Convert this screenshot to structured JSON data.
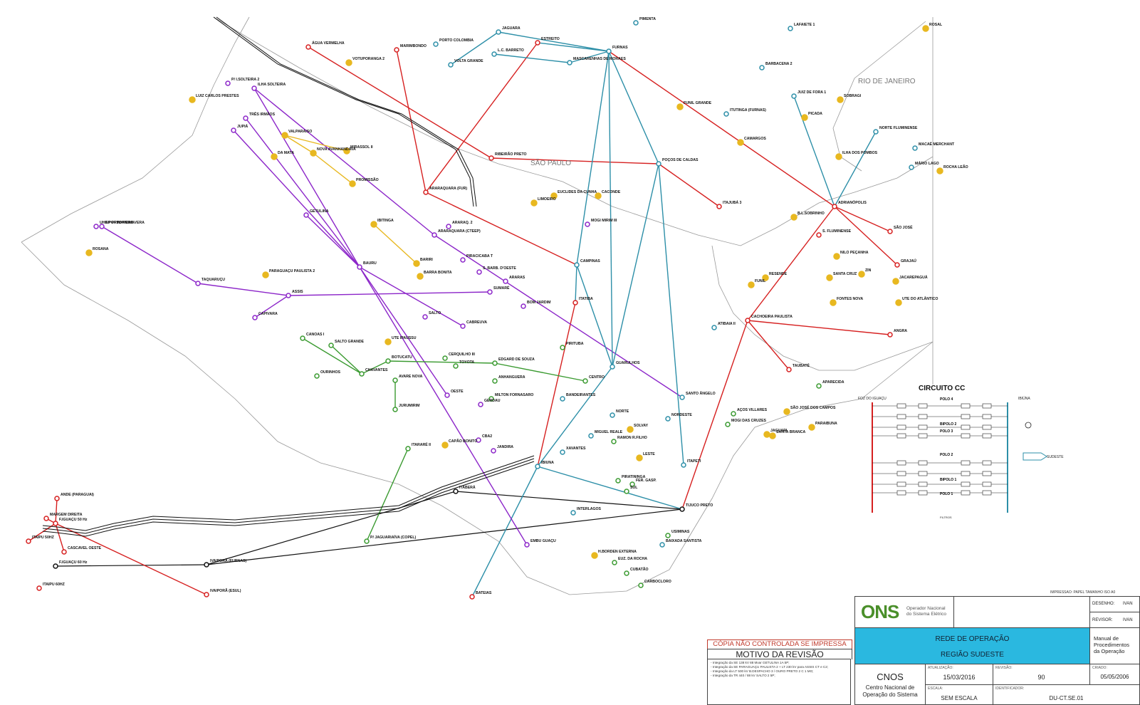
{
  "regions": {
    "sao_paulo": "SÃO PAULO",
    "rio": "RIO DE JANEIRO"
  },
  "colors": {
    "r500": "#d62020",
    "r440": "#8c26c9",
    "r345": "#2d8fa8",
    "r230": "#3a9a30",
    "r138": "#e8b820",
    "r750": "#111111"
  },
  "stations": [
    {
      "id": "furnas",
      "name": "FURNAS",
      "c": "r345"
    },
    {
      "id": "pimenta",
      "name": "PIMENTA",
      "c": "r345"
    },
    {
      "id": "estreito",
      "name": "ESTREITO",
      "c": "r500"
    },
    {
      "id": "jaguara",
      "name": "JAGUARA",
      "c": "r345"
    },
    {
      "id": "porto_col",
      "name": "PORTO COLOMBIA",
      "c": "r345"
    },
    {
      "id": "marimbondo",
      "name": "MARIMBONDO",
      "c": "r500"
    },
    {
      "id": "agua_verm",
      "name": "ÁGUA VERMELHA",
      "c": "r500"
    },
    {
      "id": "votuporanga",
      "name": "VOTUPORANGA 2",
      "c": "r138"
    },
    {
      "id": "volta_grande",
      "name": "VOLTA GRANDE",
      "c": "r345"
    },
    {
      "id": "lc_barreto",
      "name": "L.C. BARRETO",
      "c": "r345"
    },
    {
      "id": "mascarenhas",
      "name": "MASCARENHAS DE MORAES",
      "c": "r345"
    },
    {
      "id": "ilha_solt",
      "name": "ILHA SOLTEIRA",
      "c": "r440"
    },
    {
      "id": "pi_solt2",
      "name": "P/ I.SOLTEIRA 2",
      "c": "r440"
    },
    {
      "id": "tres_irmaos",
      "name": "TRÊS IRMÃOS",
      "c": "r440"
    },
    {
      "id": "jupia",
      "name": "JUPIÁ",
      "c": "r440"
    },
    {
      "id": "luiz_carlos",
      "name": "LUIZ CARLOS PRESTES",
      "c": "r138"
    },
    {
      "id": "valparaiso",
      "name": "VALPARAISO",
      "c": "r138"
    },
    {
      "id": "da_mata",
      "name": "DA MATA",
      "c": "r138"
    },
    {
      "id": "nova_avanh",
      "name": "NOVA AVANHANDAVA",
      "c": "r138"
    },
    {
      "id": "mirassol",
      "name": "MIRASSOL II",
      "c": "r138"
    },
    {
      "id": "promissao",
      "name": "PROMISSÃO",
      "c": "r138"
    },
    {
      "id": "ribeirao",
      "name": "RIBEIRÃO PRETO",
      "c": "r500"
    },
    {
      "id": "araraquara",
      "name": "ARARAQUARA (FUR)",
      "c": "r500"
    },
    {
      "id": "araraq2",
      "name": "ARARAQ. 2",
      "c": "r440"
    },
    {
      "id": "araraq_ct",
      "name": "ARARAQUARA (CTEEP)",
      "c": "r440"
    },
    {
      "id": "ibitinga",
      "name": "IBITINGA",
      "c": "r138"
    },
    {
      "id": "getulina",
      "name": "GETULINA",
      "c": "r440"
    },
    {
      "id": "uhe_primavera",
      "name": "UHE PORTO PRIMAVERA",
      "c": "r440"
    },
    {
      "id": "np_primavera",
      "name": "NP PRIMAVERA",
      "c": "r440"
    },
    {
      "id": "rosana",
      "name": "ROSANA",
      "c": "r138"
    },
    {
      "id": "taquarucu",
      "name": "TAQUARUÇU",
      "c": "r440"
    },
    {
      "id": "paraguacu",
      "name": "PARAGUAÇU PAULISTA 2",
      "c": "r138"
    },
    {
      "id": "assis",
      "name": "ASSIS",
      "c": "r440"
    },
    {
      "id": "capivara",
      "name": "CAPIVARA",
      "c": "r440"
    },
    {
      "id": "canoas",
      "name": "CANOAS I",
      "c": "r230"
    },
    {
      "id": "salto_grande",
      "name": "SALTO GRANDE",
      "c": "r230"
    },
    {
      "id": "ourinhos",
      "name": "OURINHOS",
      "c": "r230"
    },
    {
      "id": "chavantes",
      "name": "CHAVANTES",
      "c": "r230"
    },
    {
      "id": "botucatu",
      "name": "BOTUCATU",
      "c": "r230"
    },
    {
      "id": "avare",
      "name": "AVARE NOVA",
      "c": "r230"
    },
    {
      "id": "jurumirim",
      "name": "JURUMIRIM",
      "c": "r230"
    },
    {
      "id": "bauru",
      "name": "BAURU",
      "c": "r440"
    },
    {
      "id": "bariri",
      "name": "BARIRI",
      "c": "r138"
    },
    {
      "id": "barra_bonita",
      "name": "BARRA BONITA",
      "c": "r138"
    },
    {
      "id": "piracicaba",
      "name": "PIRACICABA T",
      "c": "r440"
    },
    {
      "id": "araras",
      "name": "ARARAS",
      "c": "r440"
    },
    {
      "id": "sbarbara",
      "name": "S. BARB. D'OESTE",
      "c": "r440"
    },
    {
      "id": "sumare",
      "name": "SUMARÉ",
      "c": "r440"
    },
    {
      "id": "campinas",
      "name": "CAMPINAS",
      "c": "r345"
    },
    {
      "id": "salto",
      "name": "SALTO",
      "c": "r440"
    },
    {
      "id": "cabreuva",
      "name": "CABREUVA",
      "c": "r440"
    },
    {
      "id": "bom_jardim",
      "name": "BOM JARDIM",
      "c": "r440"
    },
    {
      "id": "itatiba",
      "name": "ITATIBA",
      "c": "r500"
    },
    {
      "id": "cerquilho",
      "name": "CERQUILHO III",
      "c": "r230"
    },
    {
      "id": "toyota",
      "name": "TOYOTA",
      "c": "r230"
    },
    {
      "id": "ute_ipaussu",
      "name": "UTE IPAUSSU",
      "c": "r138"
    },
    {
      "id": "edgard",
      "name": "EDGARD DE SOUZA",
      "c": "r230"
    },
    {
      "id": "anhanguera",
      "name": "ANHANGUERA",
      "c": "r230"
    },
    {
      "id": "piritusa",
      "name": "PIRITUBA",
      "c": "r230"
    },
    {
      "id": "guarulhos",
      "name": "GUARULHOS",
      "c": "r345"
    },
    {
      "id": "centro",
      "name": "CENTRO",
      "c": "r230"
    },
    {
      "id": "milton",
      "name": "MILTON FORNASARO",
      "c": "r230"
    },
    {
      "id": "bandeirantes",
      "name": "BANDEIRANTES",
      "c": "r345"
    },
    {
      "id": "norte",
      "name": "NORTE",
      "c": "r345"
    },
    {
      "id": "nordeste",
      "name": "NORDESTE",
      "c": "r345"
    },
    {
      "id": "oeste",
      "name": "OESTE",
      "c": "r440"
    },
    {
      "id": "gerdau",
      "name": "GERDAU",
      "c": "r440"
    },
    {
      "id": "cba2",
      "name": "CBA2",
      "c": "r440"
    },
    {
      "id": "jandira",
      "name": "JANDIRA",
      "c": "r440"
    },
    {
      "id": "capao_bonito",
      "name": "CAPÃO BONITO",
      "c": "r138"
    },
    {
      "id": "itarare",
      "name": "ITARARÉ II",
      "c": "r230"
    },
    {
      "id": "ibiuna",
      "name": "IBIUNA",
      "c": "r345"
    },
    {
      "id": "xavantes",
      "name": "XAVANTES",
      "c": "r345"
    },
    {
      "id": "miguel_reale",
      "name": "MIGUEL REALE",
      "c": "r345"
    },
    {
      "id": "ramon",
      "name": "RAMON R.FILHO",
      "c": "r230"
    },
    {
      "id": "sul",
      "name": "SUL",
      "c": "r230"
    },
    {
      "id": "leste",
      "name": "LESTE",
      "c": "r138"
    },
    {
      "id": "piratininga",
      "name": "PIRATININGA",
      "c": "r230"
    },
    {
      "id": "fer_gasp",
      "name": "FER. GASP.",
      "c": "r230"
    },
    {
      "id": "interlagos",
      "name": "INTERLAGOS",
      "c": "r345"
    },
    {
      "id": "embu",
      "name": "EMBU GUAÇU",
      "c": "r440"
    },
    {
      "id": "solvay",
      "name": "SOLVAY",
      "c": "r138"
    },
    {
      "id": "itapeti",
      "name": "ITAPETI",
      "c": "r345"
    },
    {
      "id": "santo_angelo",
      "name": "SANTO ÂNGELO",
      "c": "r345"
    },
    {
      "id": "mogi",
      "name": "MOGI DAS CRUZES",
      "c": "r230"
    },
    {
      "id": "acos",
      "name": "AÇOS VILLARES",
      "c": "r230"
    },
    {
      "id": "sjc",
      "name": "SÃO JOSÉ DOS CAMPOS",
      "c": "r138"
    },
    {
      "id": "jaguari",
      "name": "JAGUARI",
      "c": "r138"
    },
    {
      "id": "santa_branca",
      "name": "SANTA BRANCA",
      "c": "r138"
    },
    {
      "id": "paraibuna",
      "name": "PARAIBUNA",
      "c": "r138"
    },
    {
      "id": "taubate",
      "name": "TAUBATÉ",
      "c": "r500"
    },
    {
      "id": "aparecida",
      "name": "APARECIDA",
      "c": "r230"
    },
    {
      "id": "cachoeira",
      "name": "CACHOEIRA PAULISTA",
      "c": "r500"
    },
    {
      "id": "atibaia",
      "name": "ATIBAIA II",
      "c": "r345"
    },
    {
      "id": "tijuco",
      "name": "TIJUCO PRETO",
      "c": "r750"
    },
    {
      "id": "baixada",
      "name": "BAIXADA SANTISTA",
      "c": "r345"
    },
    {
      "id": "usiminas",
      "name": "USIMINAS",
      "c": "r230"
    },
    {
      "id": "cubatao",
      "name": "CUBATÃO",
      "c": "r230"
    },
    {
      "id": "carbocloro",
      "name": "CARBOCLORO",
      "c": "r230"
    },
    {
      "id": "henry",
      "name": "H.BORDEN EXTERNA",
      "c": "r138"
    },
    {
      "id": "euz",
      "name": "EUZ. DA ROCHA",
      "c": "r230"
    },
    {
      "id": "itabera",
      "name": "ITABERÁ",
      "c": "r750"
    },
    {
      "id": "ivaipora",
      "name": "IVAIPORÃ (FURNAS)",
      "c": "r750"
    },
    {
      "id": "ivaipora_e",
      "name": "IVAIPORÃ (ESUL)",
      "c": "r500"
    },
    {
      "id": "fig50",
      "name": "F.IGUAÇU 50 Hz",
      "c": "r500"
    },
    {
      "id": "fig60",
      "name": "F.IGUAÇU 60 Hz",
      "c": "r750"
    },
    {
      "id": "itaipu50",
      "name": "ITAIPU 50HZ",
      "c": "r500"
    },
    {
      "id": "itaipu60",
      "name": "ITAIPU 60HZ",
      "c": "r500"
    },
    {
      "id": "ande",
      "name": "ANDE (PARAGUAI)",
      "c": "r500"
    },
    {
      "id": "margem",
      "name": "MARGEM DIREITA",
      "c": "r500"
    },
    {
      "id": "cascavel",
      "name": "CASCAVEL OESTE",
      "c": "r500"
    },
    {
      "id": "bateias",
      "name": "BATEIAS",
      "c": "r500"
    },
    {
      "id": "jaguariaiva",
      "name": "P/ JAGUARIAÍVA (COPEL)",
      "c": "r230"
    },
    {
      "id": "poços",
      "name": "POÇOS DE CALDAS",
      "c": "r345"
    },
    {
      "id": "itajuba",
      "name": "ITAJUBÁ 3",
      "c": "r500"
    },
    {
      "id": "itutinga",
      "name": "ITUTINGA (FURNAS)",
      "c": "r345"
    },
    {
      "id": "funil_gr",
      "name": "FUNIL GRANDE",
      "c": "r138"
    },
    {
      "id": "camargos",
      "name": "CAMARGOS",
      "c": "r138"
    },
    {
      "id": "lafaiete",
      "name": "LAFAIETE 1",
      "c": "r345"
    },
    {
      "id": "barbacena",
      "name": "BARBACENA 2",
      "c": "r345"
    },
    {
      "id": "juiz_fora",
      "name": "JUIZ DE FORA 1",
      "c": "r345"
    },
    {
      "id": "sobragi",
      "name": "SOBRAGI",
      "c": "r138"
    },
    {
      "id": "picada",
      "name": "PICADA",
      "c": "r138"
    },
    {
      "id": "adrianopolis",
      "name": "ADRIANÓPOLIS",
      "c": "r500"
    },
    {
      "id": "bsobrinho",
      "name": "B.L.SOBRINHO",
      "c": "r138"
    },
    {
      "id": "sao_jose",
      "name": "SÃO JOSÉ",
      "c": "r500"
    },
    {
      "id": "nilo",
      "name": "NILO PEÇANHA",
      "c": "r138"
    },
    {
      "id": "santa_cruz",
      "name": "SANTA CRUZ",
      "c": "r138"
    },
    {
      "id": "grajau",
      "name": "GRAJAÚ",
      "c": "r500"
    },
    {
      "id": "angra",
      "name": "ANGRA",
      "c": "r500"
    },
    {
      "id": "zin",
      "name": "ZIN",
      "c": "r138"
    },
    {
      "id": "jacarepagua",
      "name": "JACAREPAGUÁ",
      "c": "r138"
    },
    {
      "id": "resende",
      "name": "RESENDE",
      "c": "r138"
    },
    {
      "id": "funil",
      "name": "FUNIL",
      "c": "r138"
    },
    {
      "id": "fontes",
      "name": "FONTES NOVA",
      "c": "r138"
    },
    {
      "id": "norte_flu",
      "name": "NORTE FLUMINENSE",
      "c": "r345"
    },
    {
      "id": "macae",
      "name": "MACAÉ MERCHANT",
      "c": "r345"
    },
    {
      "id": "mario_lago",
      "name": "MÁRIO LAGO",
      "c": "r345"
    },
    {
      "id": "rocha_leao",
      "name": "ROCHA LEÃO",
      "c": "r138"
    },
    {
      "id": "rosal",
      "name": "ROSAL",
      "c": "r138"
    },
    {
      "id": "ute_atlantico",
      "name": "UTE DO ATLÂNTICO",
      "c": "r138"
    },
    {
      "id": "limoeiro",
      "name": "LIMOEIRO",
      "c": "r138"
    },
    {
      "id": "euclides",
      "name": "EUCLIDES DA CUNHA",
      "c": "r138"
    },
    {
      "id": "caconde",
      "name": "CACONDE",
      "c": "r138"
    },
    {
      "id": "mogi_mirim",
      "name": "MOGI MIRIM III",
      "c": "r440"
    },
    {
      "id": "ilha_pombos",
      "name": "ILHA DOS POMBOS",
      "c": "r138"
    },
    {
      "id": "sfluminense",
      "name": "S. FLUMINENSE",
      "c": "r500"
    }
  ],
  "lines": [
    [
      "itabera",
      "tijuco"
    ],
    [
      "ivaipora",
      "itabera"
    ],
    [
      "fig60",
      "ivaipora"
    ],
    [
      "ivaipora",
      "tijuco"
    ],
    [
      "agua_verm",
      "ribeirao"
    ],
    [
      "marimbondo",
      "araraquara"
    ],
    [
      "estreito",
      "araraquara"
    ],
    [
      "ribeirao",
      "poços"
    ],
    [
      "araraquara",
      "campinas"
    ],
    [
      "campinas",
      "itatiba"
    ],
    [
      "itatiba",
      "ibiuna"
    ],
    [
      "ibiuna",
      "bateias"
    ],
    [
      "cachoeira",
      "adrianopolis"
    ],
    [
      "cachoeira",
      "taubate"
    ],
    [
      "cachoeira",
      "tijuco"
    ],
    [
      "cachoeira",
      "angra"
    ],
    [
      "adrianopolis",
      "sao_jose"
    ],
    [
      "adrianopolis",
      "grajau"
    ],
    [
      "itajuba",
      "poços"
    ],
    [
      "furnas",
      "poços"
    ],
    [
      "ilha_solt",
      "bauru"
    ],
    [
      "ilha_solt",
      "araraq_ct"
    ],
    [
      "tres_irmaos",
      "bauru"
    ],
    [
      "jupia",
      "bauru"
    ],
    [
      "bauru",
      "oeste"
    ],
    [
      "bauru",
      "embu"
    ],
    [
      "bauru",
      "cabreuva"
    ],
    [
      "taquarucu",
      "assis"
    ],
    [
      "assis",
      "sumare"
    ],
    [
      "np_primavera",
      "taquarucu"
    ],
    [
      "capivara",
      "assis"
    ],
    [
      "getulina",
      "bauru"
    ],
    [
      "araraq_ct",
      "santo_angelo"
    ],
    [
      "furnas",
      "estreito"
    ],
    [
      "furnas",
      "guarulhos"
    ],
    [
      "furnas",
      "campinas"
    ],
    [
      "poços",
      "guarulhos"
    ],
    [
      "poços",
      "itapeti"
    ],
    [
      "guarulhos",
      "ibiuna"
    ],
    [
      "ibiuna",
      "tijuco"
    ],
    [
      "campinas",
      "guarulhos"
    ],
    [
      "lc_barreto",
      "mascarenhas"
    ],
    [
      "mascarenhas",
      "furnas"
    ],
    [
      "jaguara",
      "furnas"
    ],
    [
      "volta_grande",
      "jaguara"
    ],
    [
      "adrianopolis",
      "furnas"
    ],
    [
      "juiz_fora",
      "adrianopolis"
    ],
    [
      "norte_flu",
      "adrianopolis"
    ],
    [
      "canoas",
      "chavantes"
    ],
    [
      "chavantes",
      "botucatu"
    ],
    [
      "botucatu",
      "edgard"
    ],
    [
      "edgard",
      "centro"
    ],
    [
      "salto_grande",
      "chavantes"
    ],
    [
      "jurumirim",
      "avare"
    ],
    [
      "itarare",
      "jaguariaiva"
    ],
    [
      "valparaiso",
      "nova_avanh"
    ],
    [
      "nova_avanh",
      "promissao"
    ],
    [
      "mirassol",
      "valparaiso"
    ],
    [
      "ibitinga",
      "bariri"
    ],
    [
      "fig50",
      "ivaipora_e"
    ],
    [
      "ande",
      "fig50"
    ],
    [
      "itaipu50",
      "fig50"
    ],
    [
      "cascavel",
      "fig50"
    ],
    [
      "margem",
      "fig50"
    ]
  ],
  "circuito": {
    "title": "CIRCUITO CC",
    "left_label": "FOZ DO IGUAÇU",
    "right_label": "IBIÚNA",
    "polos": [
      "POLO 4",
      "BIPOLO 2",
      "POLO 3",
      "POLO 2",
      "BIPOLO 1",
      "POLO 1"
    ],
    "sudeste": "SUDESTE",
    "filtros": "FILTROS"
  },
  "bottom": {
    "ctrl": "CÓPIA NÃO CONTROLADA SE IMPRESSA",
    "motivo": "MOTIVO DA REVISÃO",
    "revlines": [
      "- Integração da SE 138 kV 88 Mvar GETULINA 1A 5P;",
      "- Integração da SE PARAGUAÇU PAULISTA 2 + LT 230 kV para ASSIS CT e C2;",
      "- Integração da LT 500 kV B.DESPACHO 3 / OURO PRETO 2   C 1 MG;",
      "- Integração da TR 440 / 88 kV SALTO 2 5P;"
    ]
  },
  "title_block": {
    "impressao": "IMPRESSÃO: PAPEL TAMANHO ISO A0",
    "ons": "ONS",
    "ons_sub1": "Operador Nacional",
    "ons_sub2": "do Sistema Elétrico",
    "desenho_l": "DESENHO:",
    "desenho_v": "IVAN",
    "revisor_l": "REVISOR:",
    "revisor_v": "IVAN",
    "rede": "REDE DE OPERAÇÃO",
    "regiao": "REGIÃO SUDESTE",
    "manual": "Manual de Procedimentos da Operação",
    "cnos": "CNOS",
    "cnos_sub": "Centro Nacional de Operação do Sistema",
    "atualizacao_l": "ATUALIZAÇÃO:",
    "atualizacao_v": "15/03/2016",
    "revisao_l": "REVISÃO:",
    "revisao_v": "90",
    "criado_l": "CRIADO:",
    "criado_v": "05/05/2006",
    "escala_l": "ESCALA:",
    "escala_v": "SEM ESCALA",
    "ident_l": "IDENTIFICADOR:",
    "ident_v": "DU-CT.SE.01"
  }
}
